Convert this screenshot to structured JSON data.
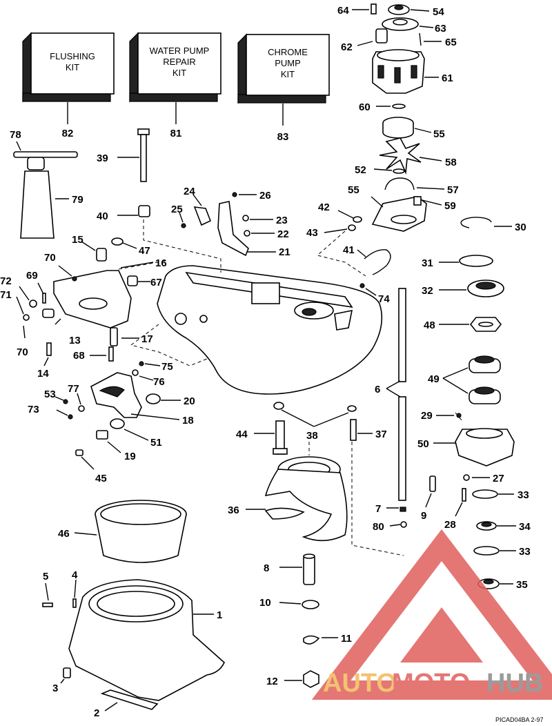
{
  "kits": [
    {
      "line1": "FLUSHING",
      "line2": "KIT",
      "line3": "",
      "number": "82"
    },
    {
      "line1": "WATER PUMP",
      "line2": "REPAIR",
      "line3": "KIT",
      "number": "81"
    },
    {
      "line1": "CHROME",
      "line2": "PUMP",
      "line3": "KIT",
      "number": "83"
    }
  ],
  "callouts": [
    "64",
    "54",
    "63",
    "62",
    "65",
    "61",
    "60",
    "55",
    "58",
    "52",
    "57",
    "55",
    "59",
    "42",
    "43",
    "30",
    "41",
    "31",
    "32",
    "74",
    "48",
    "49",
    "6",
    "29",
    "50",
    "27",
    "33",
    "34",
    "33",
    "35",
    "28",
    "9",
    "7",
    "80",
    "26",
    "23",
    "22",
    "21",
    "24",
    "25",
    "39",
    "40",
    "78",
    "79",
    "15",
    "47",
    "70",
    "16",
    "72",
    "69",
    "71",
    "67",
    "70",
    "13",
    "17",
    "68",
    "14",
    "75",
    "76",
    "20",
    "77",
    "53",
    "73",
    "18",
    "51",
    "19",
    "45",
    "44",
    "38",
    "37",
    "36",
    "46",
    "5",
    "4",
    "1",
    "3",
    "2",
    "8",
    "10",
    "11",
    "12"
  ],
  "image_code": "PICAD04BA   2-97",
  "watermark": {
    "part1": "AUTO",
    "part2": "MOTO",
    "part3": "HUB"
  }
}
